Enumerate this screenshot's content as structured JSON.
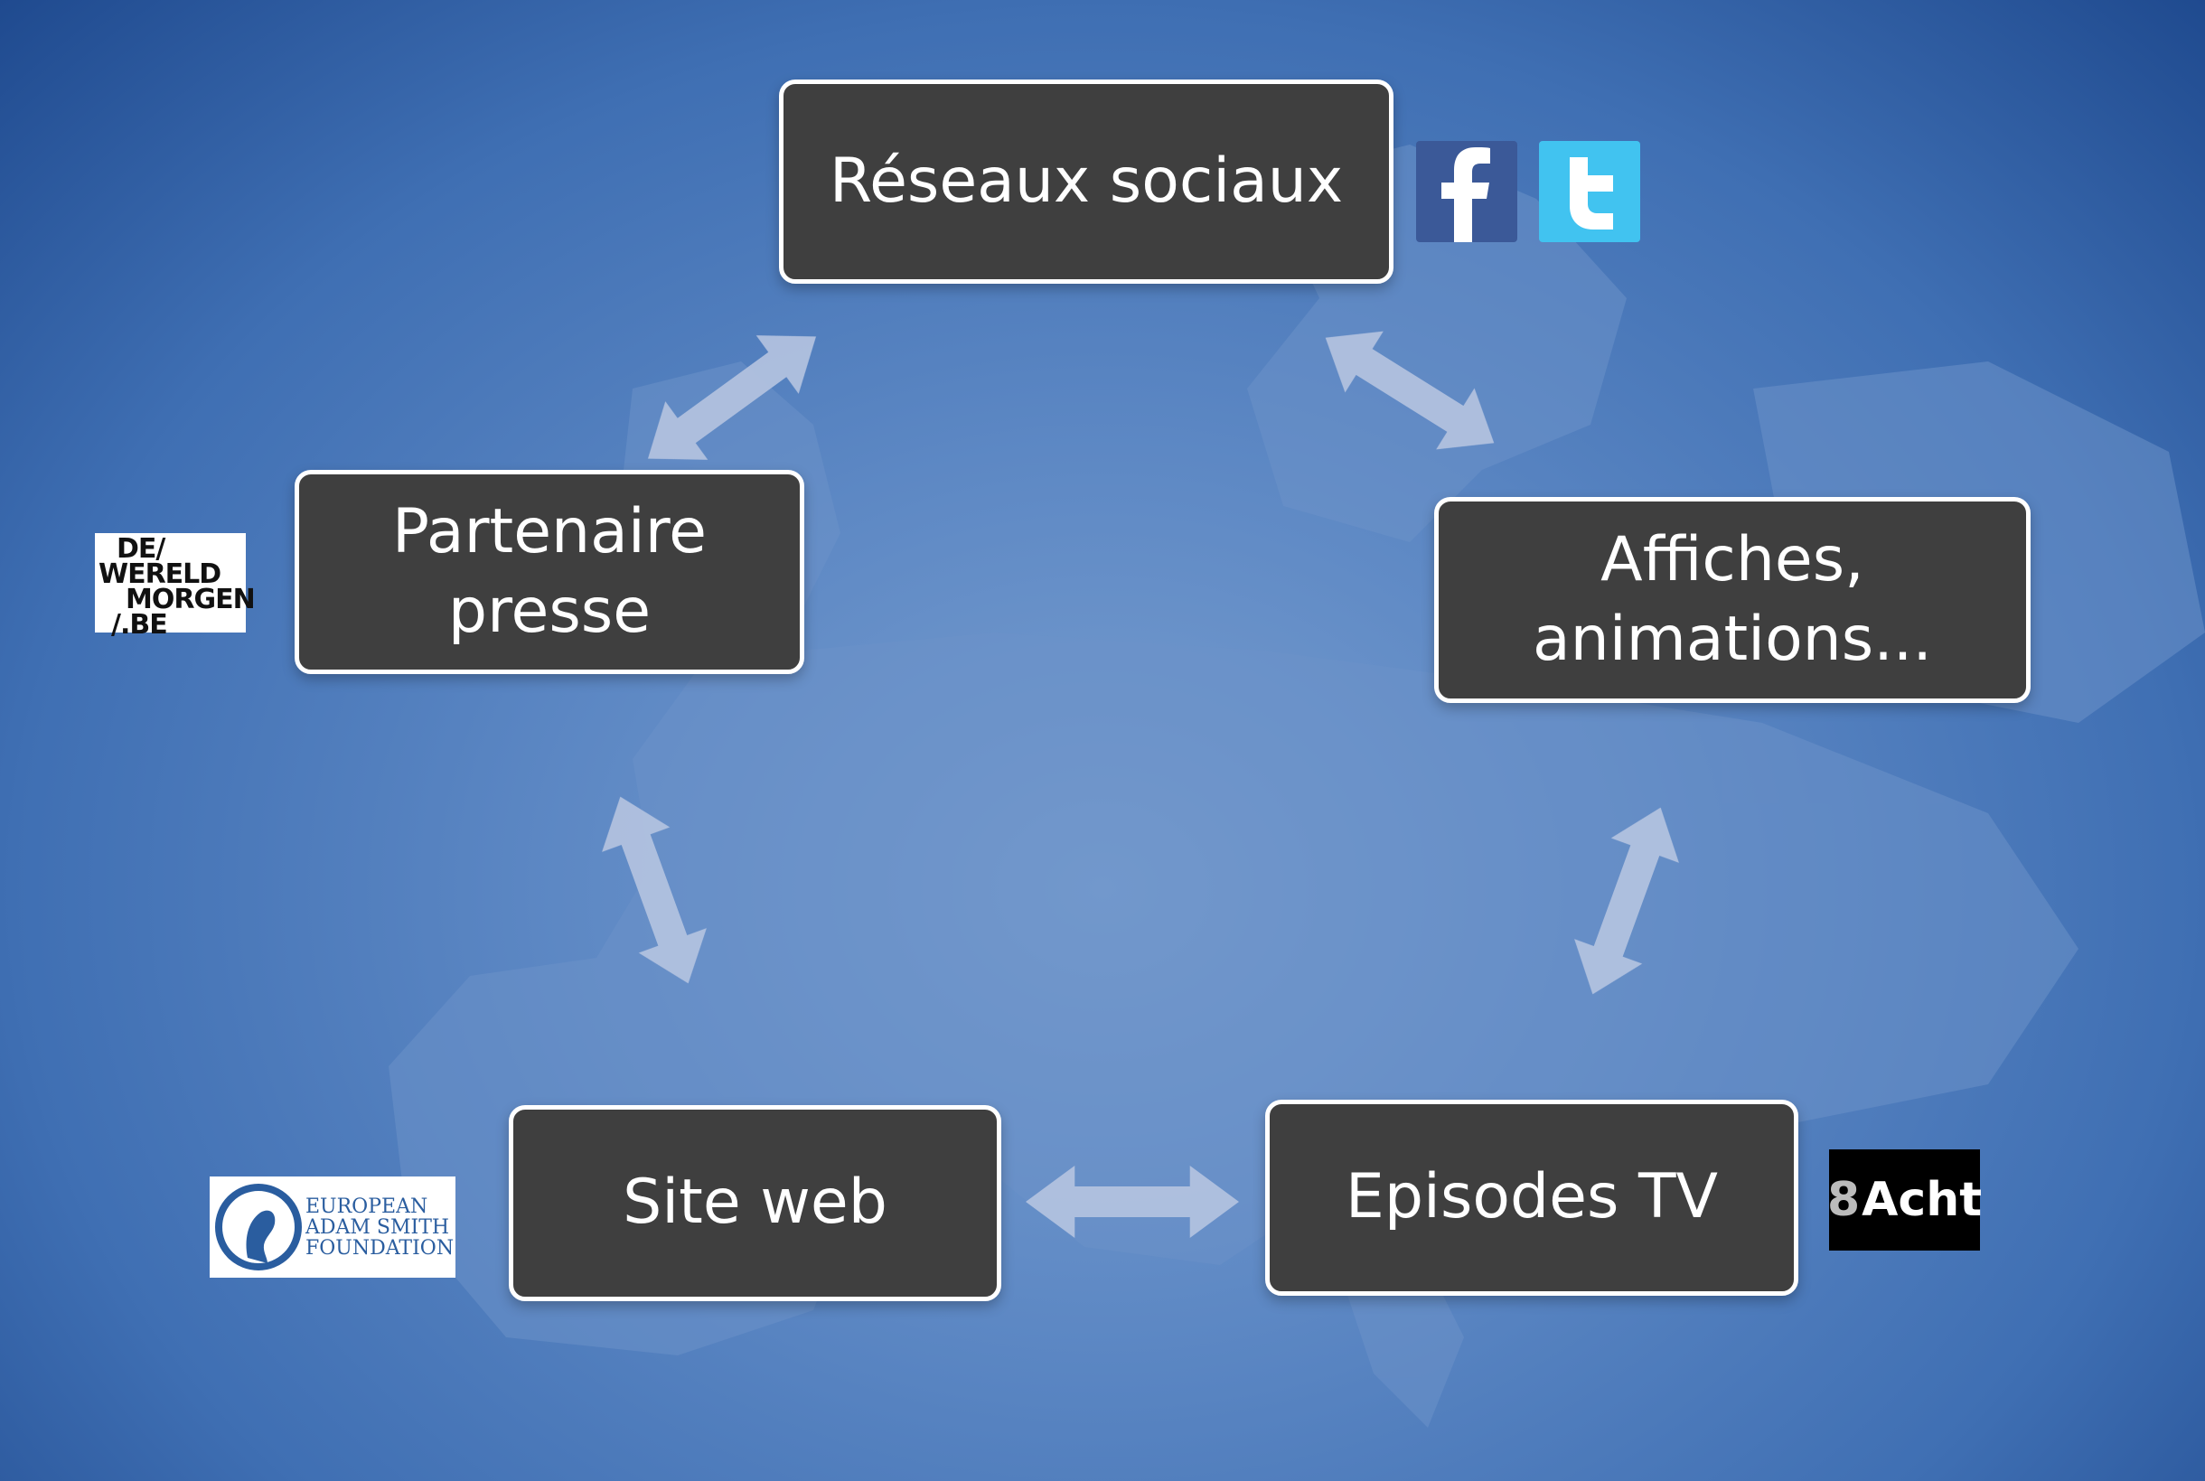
{
  "nodes": {
    "reseaux": {
      "label": "Réseaux sociaux"
    },
    "partenaire": {
      "label": "Partenaire\npresse"
    },
    "affiches": {
      "label": "Affiches,\nanimations..."
    },
    "site": {
      "label": "Site web"
    },
    "episodes": {
      "label": "Episodes TV"
    }
  },
  "logos": {
    "facebook": {
      "icon": "facebook-icon",
      "glyph": "f",
      "color": "#3b5998"
    },
    "twitter": {
      "icon": "twitter-icon",
      "glyph": "t",
      "color": "#41c3f0"
    },
    "dewereldmorgen": {
      "lines": [
        "DE/",
        "WERELD",
        "MORGEN",
        "/.BE"
      ]
    },
    "adam_smith": {
      "lines": [
        "EUROPEAN",
        "ADAM SMITH",
        "FOUNDATION"
      ]
    },
    "acht": {
      "mark": "8",
      "text": "Acht"
    }
  },
  "colors": {
    "node_fill": "#3f3f3f",
    "node_border": "#ffffff",
    "arrow": "#b4c3e0"
  }
}
